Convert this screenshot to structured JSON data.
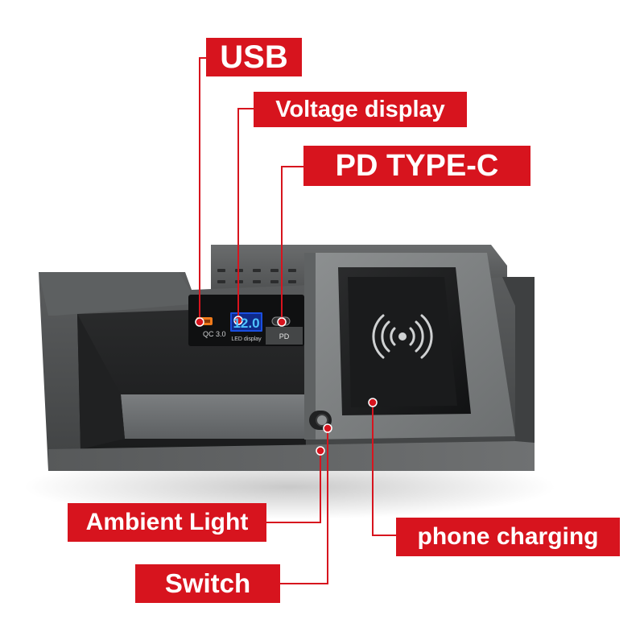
{
  "callouts": {
    "usb": "USB",
    "voltage_display": "Voltage display",
    "pd_type_c": "PD TYPE-C",
    "ambient_light": "Ambient Light",
    "switch": "Switch",
    "phone_charging": "phone charging"
  },
  "panel": {
    "qc_label": "QC 3.0",
    "led_value": "12.0",
    "led_label": "LED display",
    "pd_label": "PD"
  },
  "colors": {
    "callout_red": "#d7141e",
    "led_blue": "#1a4fe0",
    "usb_orange": "#f07a1a",
    "body_gray": "#4f5152"
  },
  "icons": {
    "wireless": "wireless-charging-icon"
  }
}
